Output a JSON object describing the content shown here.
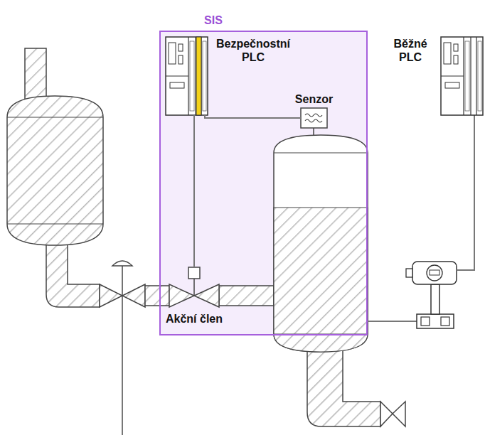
{
  "diagram": {
    "nodes": [
      {
        "text": [
          "SIS"
        ]
      },
      {
        "text": [
          "Bezpečnostní PLC"
        ],
        "in": 0
      },
      {
        "text": [
          "Senzor"
        ],
        "in": 0
      },
      {
        "text": [
          "Akční člen"
        ],
        "in": 0
      },
      {
        "text": [
          "Běžné PLC"
        ]
      }
    ],
    "edges": [
      {
        "from": 1,
        "to": 2,
        "arrow": "none"
      },
      {
        "from": 1,
        "to": 3,
        "arrow": "none"
      }
    ]
  }
}
